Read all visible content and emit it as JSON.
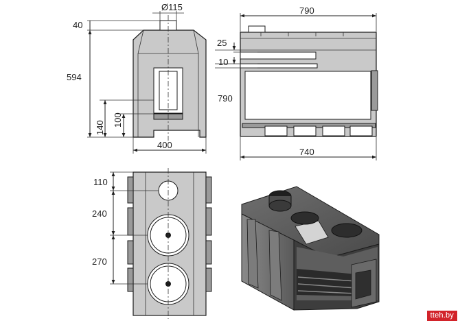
{
  "front_view": {
    "flue_diameter": "Ø115",
    "top_offset": "40",
    "height": "594",
    "width": "400",
    "leg_height": "140",
    "grate_height": "100"
  },
  "side_view": {
    "length": "790",
    "height": "790",
    "inner_length": "740",
    "offset_upper": "25",
    "offset_lower": "10"
  },
  "top_view": {
    "flue_offset": "110",
    "burner_spacing_1": "240",
    "burner_spacing_2": "270"
  },
  "watermark": "tteh.by"
}
